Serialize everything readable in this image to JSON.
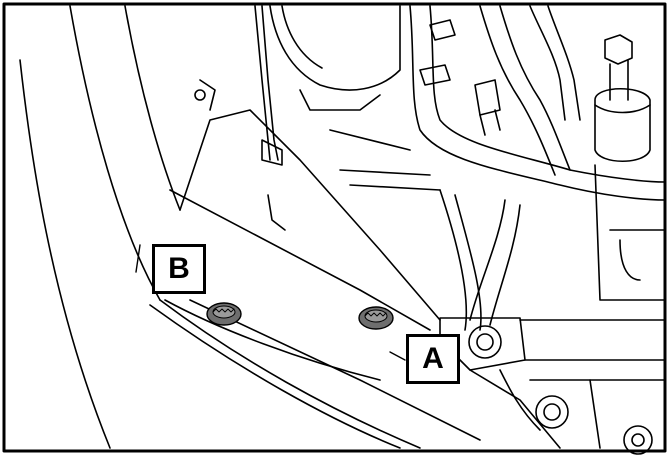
{
  "figure": {
    "callouts": {
      "a": "A",
      "b": "B"
    },
    "colors": {
      "line": "#000000",
      "background": "#ffffff",
      "clip_fill": "#6e6e6e"
    },
    "depicts": [
      "engine-bay-line-art",
      "clip-icon",
      "clip-icon"
    ]
  }
}
